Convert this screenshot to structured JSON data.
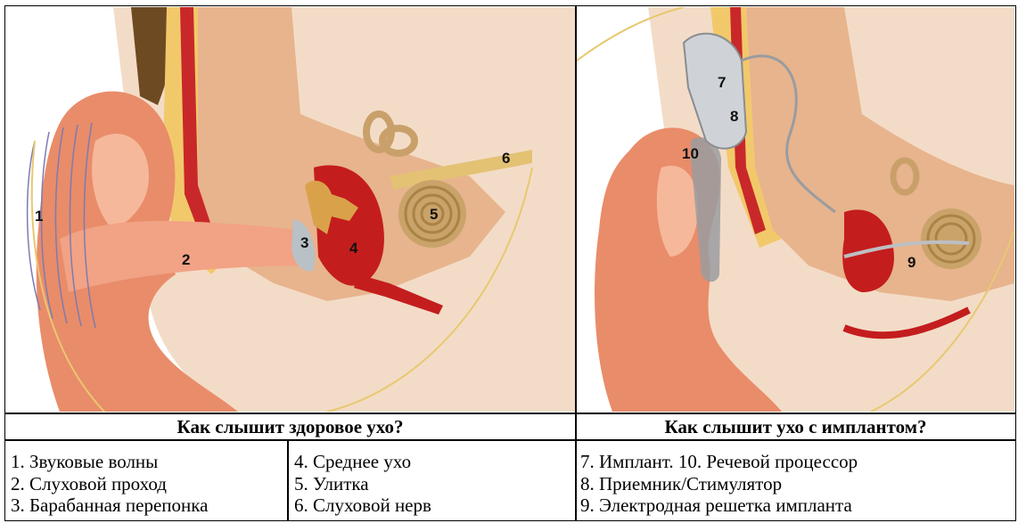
{
  "left_panel": {
    "heading": "Как слышит здоровое ухо?",
    "callouts": [
      "1",
      "2",
      "3",
      "4",
      "5",
      "6"
    ],
    "legend_col1": [
      "1. Звуковые волны",
      "2. Слуховой проход",
      "3. Барабанная перепонка"
    ],
    "legend_col2": [
      "4. Среднее ухо",
      "5. Улитка",
      "6. Слуховой нерв"
    ]
  },
  "right_panel": {
    "heading": "Как слышит ухо с имплантом?",
    "callouts": [
      "7",
      "8",
      "9",
      "10"
    ],
    "legend": [
      "7. Имплант. 10. Речевой процессор",
      "8. Приемник/Стимулятор",
      "9. Электродная решетка импланта"
    ]
  }
}
